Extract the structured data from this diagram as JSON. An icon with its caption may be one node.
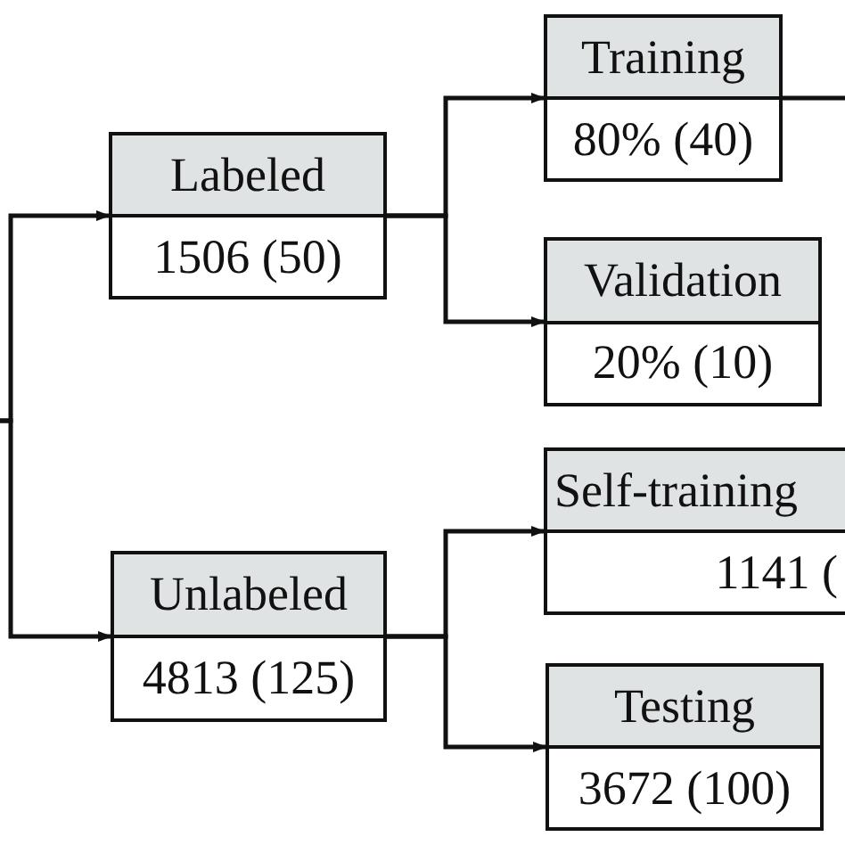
{
  "diagram": {
    "nodes": [
      {
        "text": [
          "Labeled",
          "1506 (50)"
        ]
      },
      {
        "text": [
          "Training",
          "80% (40)"
        ]
      },
      {
        "text": [
          "Validation",
          "20% (10)"
        ]
      },
      {
        "text": [
          "Unlabeled",
          "4813 (125)"
        ]
      },
      {
        "text": [
          "Self-training",
          "1141 ("
        ]
      },
      {
        "text": [
          "Testing",
          "3672 (100)"
        ]
      }
    ],
    "edges": [
      {
        "from": null,
        "to": 0,
        "arrow": "to"
      },
      {
        "from": null,
        "to": 3,
        "arrow": "to"
      },
      {
        "from": 0,
        "to": 1,
        "arrow": "to"
      },
      {
        "from": 0,
        "to": 2,
        "arrow": "to"
      },
      {
        "from": 3,
        "to": 4,
        "arrow": "to"
      },
      {
        "from": 3,
        "to": 5,
        "arrow": "to"
      },
      {
        "from": 1,
        "to": null,
        "arrow": "none"
      }
    ]
  }
}
